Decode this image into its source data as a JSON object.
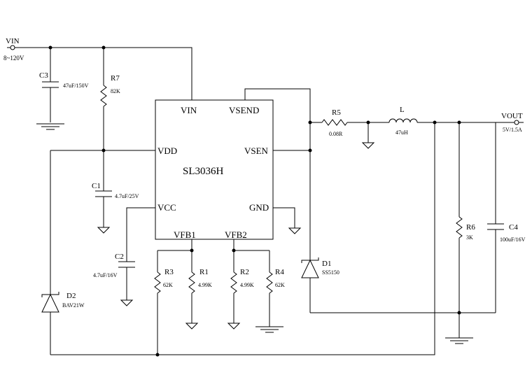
{
  "chip": {
    "name": "SL3036H",
    "pins": {
      "vin": "VIN",
      "vsend": "VSEND",
      "vdd": "VDD",
      "vsen": "VSEN",
      "vcc": "VCC",
      "gnd": "GND",
      "vfb1": "VFB1",
      "vfb2": "VFB2"
    }
  },
  "input": {
    "name": "VIN",
    "range": "8~120V"
  },
  "output": {
    "name": "VOUT",
    "rating": "5V/1.5A"
  },
  "components": {
    "c3": {
      "ref": "C3",
      "value": "47uF/150V"
    },
    "r7": {
      "ref": "R7",
      "value": "82K"
    },
    "c1": {
      "ref": "C1",
      "value": "4.7uF/25V"
    },
    "c2": {
      "ref": "C2",
      "value": "4.7uF/16V"
    },
    "r3": {
      "ref": "R3",
      "value": "62K"
    },
    "r1": {
      "ref": "R1",
      "value": "4.99K"
    },
    "r2": {
      "ref": "R2",
      "value": "4.99K"
    },
    "r4": {
      "ref": "R4",
      "value": "62K"
    },
    "d1": {
      "ref": "D1",
      "value": "SS5150"
    },
    "d2": {
      "ref": "D2",
      "value": "BAV21W"
    },
    "r5": {
      "ref": "R5",
      "value": "0.08R"
    },
    "l": {
      "ref": "L",
      "value": "47uH"
    },
    "r6": {
      "ref": "R6",
      "value": "3K"
    },
    "c4": {
      "ref": "C4",
      "value": "100uF/16V"
    }
  }
}
